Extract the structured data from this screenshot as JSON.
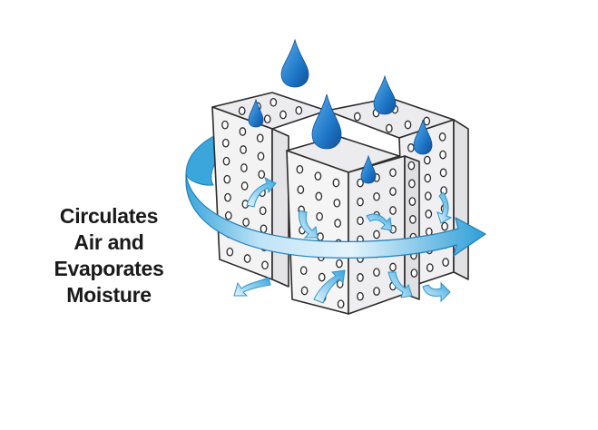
{
  "caption": {
    "lines": [
      "Circulates",
      "Air and",
      "Evaporates",
      "Moisture"
    ]
  },
  "colors": {
    "background": "#ffffff",
    "panel_fill": "#f3f3f4",
    "outline": "#2b2b2b",
    "water_drop": "#1f78c8",
    "airflow_light": "#dff1fb",
    "airflow_dark": "#3aa6dc"
  },
  "icons": [
    "water-drop-icon",
    "airflow-arrow-icon",
    "circulation-arrow-icon",
    "perforated-panel-icon"
  ]
}
